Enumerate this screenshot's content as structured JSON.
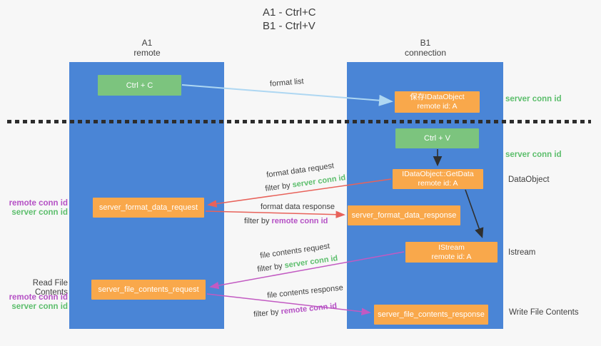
{
  "title": {
    "line1": "A1 - Ctrl+C",
    "line2": "B1 - Ctrl+V"
  },
  "columns": {
    "a": {
      "id": "A1",
      "subtitle": "remote"
    },
    "b": {
      "id": "B1",
      "subtitle": "connection"
    }
  },
  "boxes": {
    "ctrl_c": {
      "label": "Ctrl + C"
    },
    "save_idataobject": {
      "line1": "保存IDataObject",
      "line2": "remote id: A"
    },
    "ctrl_v": {
      "label": "Ctrl + V"
    },
    "getdata": {
      "line1": "IDataObject::GetData",
      "line2": "remote id: A"
    },
    "format_request": {
      "label": "server_format_data_request"
    },
    "format_response": {
      "label": "server_format_data_response"
    },
    "istream": {
      "line1": "IStream",
      "line2": "remote id: A"
    },
    "file_request": {
      "label": "server_file_contents_request"
    },
    "file_response": {
      "label": "server_file_contents_response"
    }
  },
  "mid_labels": {
    "format_list": "format list",
    "format_request_title": "format data request",
    "format_request_filter_prefix": "filter by ",
    "format_request_filter_key": "server conn id",
    "format_response_title": "format data response",
    "format_response_filter_prefix": "filter by ",
    "format_response_filter_key": "remote conn id",
    "file_request_title": "file contents request",
    "file_request_filter_prefix": "filter by ",
    "file_request_filter_key": "server conn id",
    "file_response_title": "file contents response",
    "file_response_filter_prefix": "filter by ",
    "file_response_filter_key": "remote conn id"
  },
  "right_labels": {
    "server_conn_top": "server conn id",
    "server_conn_mid": "server conn id",
    "dataobject": "DataObject",
    "istream": "Istream",
    "write_file": "Write File Contents"
  },
  "left_labels": {
    "group1_remote": "remote conn id",
    "group1_server": "server conn id",
    "read_file": "Read File Contents",
    "group2_remote": "remote conn id",
    "group2_server": "server conn id"
  },
  "colors": {
    "column_blue": "#4a85d6",
    "box_green": "#7cc47e",
    "box_orange": "#f9a84b",
    "arrow_light_blue": "#aed7f2",
    "arrow_red": "#e8625a",
    "arrow_magenta": "#c25ac2",
    "arrow_black": "#2f2f2f",
    "text_green": "#5cbe6c",
    "text_purple": "#b551c5",
    "background": "#f7f7f7"
  }
}
